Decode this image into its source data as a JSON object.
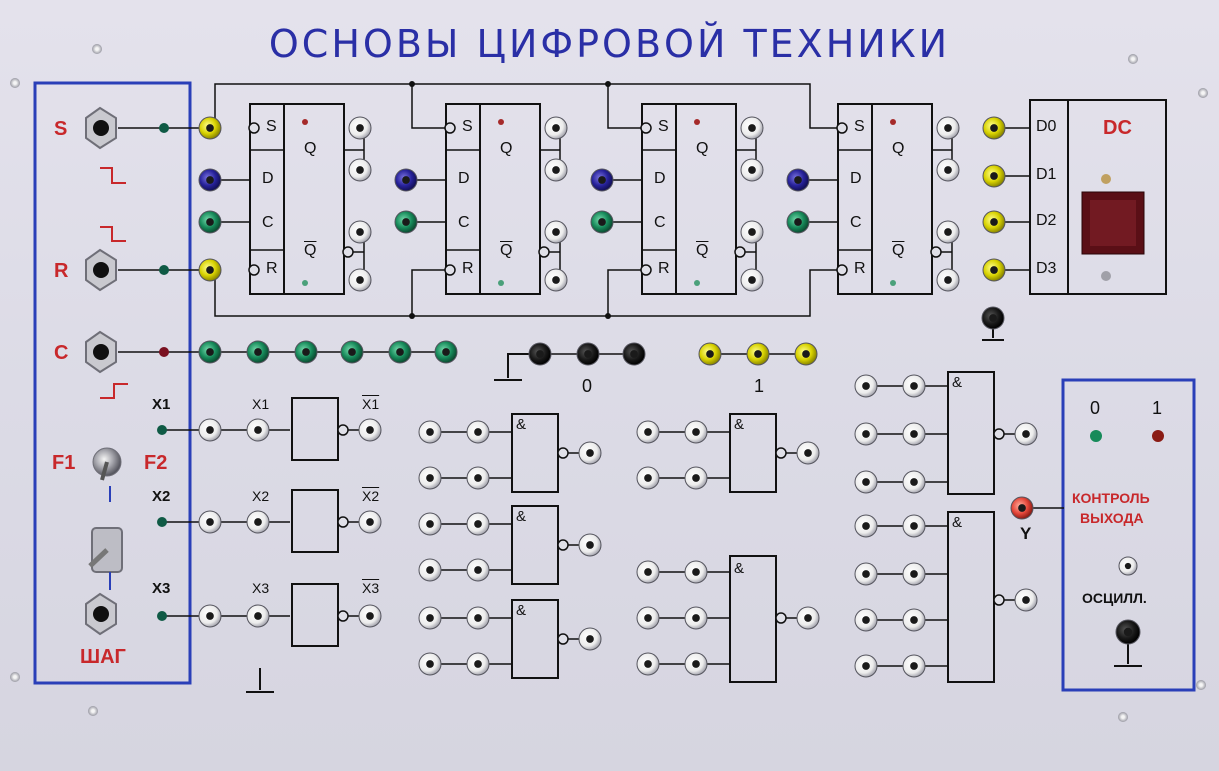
{
  "title": "ОСНОВЫ ЦИФРОВОЙ ТЕХНИКИ",
  "controls": {
    "s_label": "S",
    "r_label": "R",
    "c_label": "C",
    "f1_label": "F1",
    "f2_label": "F2",
    "step_label": "ШАГ"
  },
  "triggers": {
    "s": "S",
    "d": "D",
    "c": "C",
    "r": "R",
    "q": "Q",
    "qbar": "Q"
  },
  "decoder": {
    "label": "DC",
    "inputs": [
      "D0",
      "D1",
      "D2",
      "D3"
    ]
  },
  "logic": {
    "zero": "0",
    "one": "1",
    "and": "&"
  },
  "inputs": {
    "x1": "X1",
    "x2": "X2",
    "x3": "X3"
  },
  "output_control": {
    "zero": "0",
    "one": "1",
    "title_line1": "КОНТРОЛЬ",
    "title_line2": "ВЫХОДА",
    "y_label": "Y",
    "osc_label": "ОСЦИЛЛ."
  },
  "colors": {
    "frame_blue": "#2a3fb8",
    "label_red": "#c8282b",
    "jack_yellow": "#d8d200",
    "jack_blue": "#27229a",
    "jack_green": "#178a5a",
    "jack_white": "#f4f4f4"
  }
}
